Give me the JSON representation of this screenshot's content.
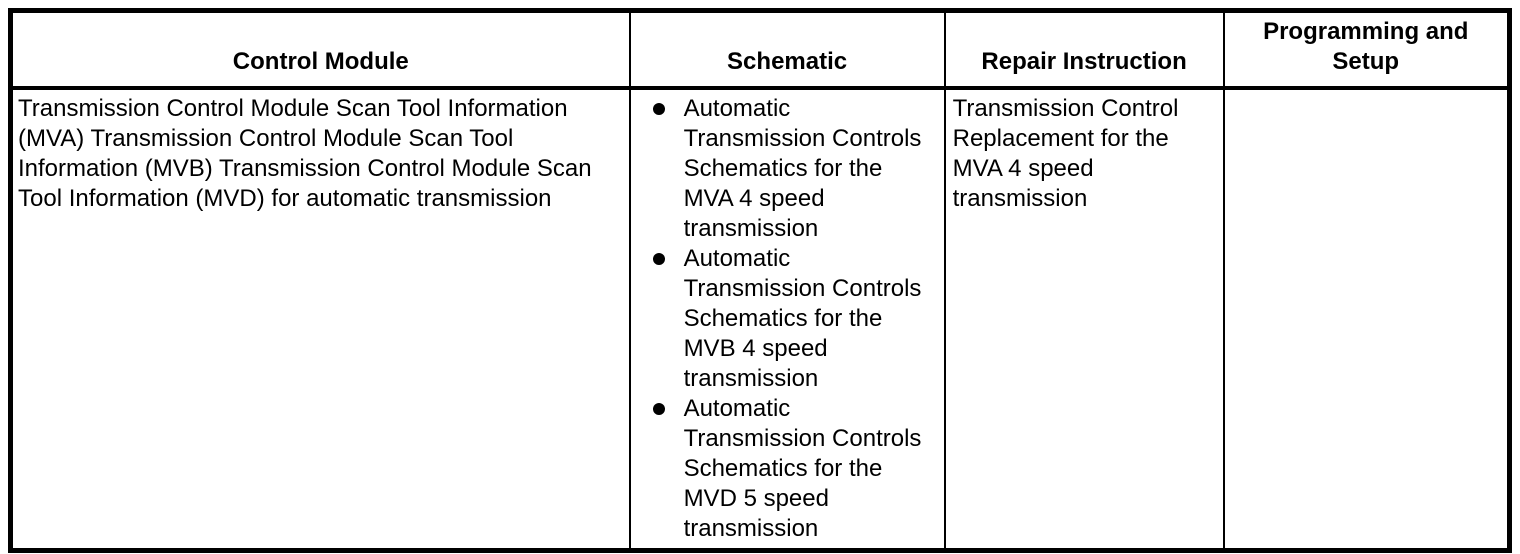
{
  "colors": {
    "border": "#000000",
    "text": "#000000",
    "background": "#ffffff"
  },
  "icons": {
    "bullet": "disc-bullet"
  },
  "table": {
    "columns": [
      {
        "label": "Control Module"
      },
      {
        "label": "Schematic"
      },
      {
        "label": "Repair Instruction"
      },
      {
        "label": "Programming and Setup"
      }
    ],
    "row": {
      "control_module": "Transmission Control Module Scan Tool Information (MVA) Transmission Control Module Scan Tool Information (MVB) Transmission Control Module Scan Tool Information (MVD) for automatic transmission",
      "schematics": [
        "Automatic Transmission Controls Schematics for the MVA 4 speed transmission",
        "Automatic Transmission Controls Schematics for the MVB 4 speed transmission",
        "Automatic Transmission Controls Schematics for the MVD 5 speed transmission"
      ],
      "repair_instruction": "Transmission Control Replacement for the MVA 4 speed transmission",
      "programming_and_setup": ""
    }
  }
}
